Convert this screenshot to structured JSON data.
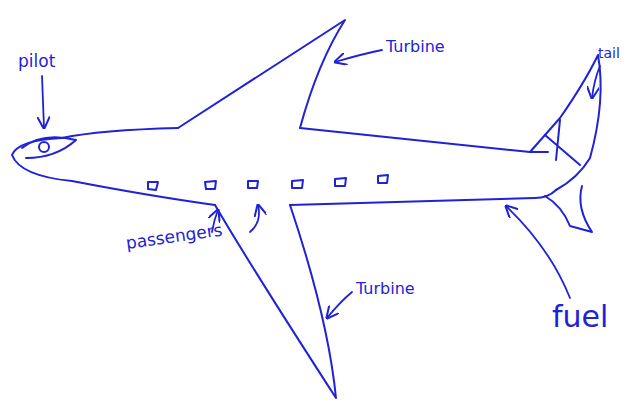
{
  "diagram": {
    "labels": [
      "pilot",
      "Turbine",
      "passengers",
      "Turbine",
      "fuel",
      "tail"
    ]
  }
}
